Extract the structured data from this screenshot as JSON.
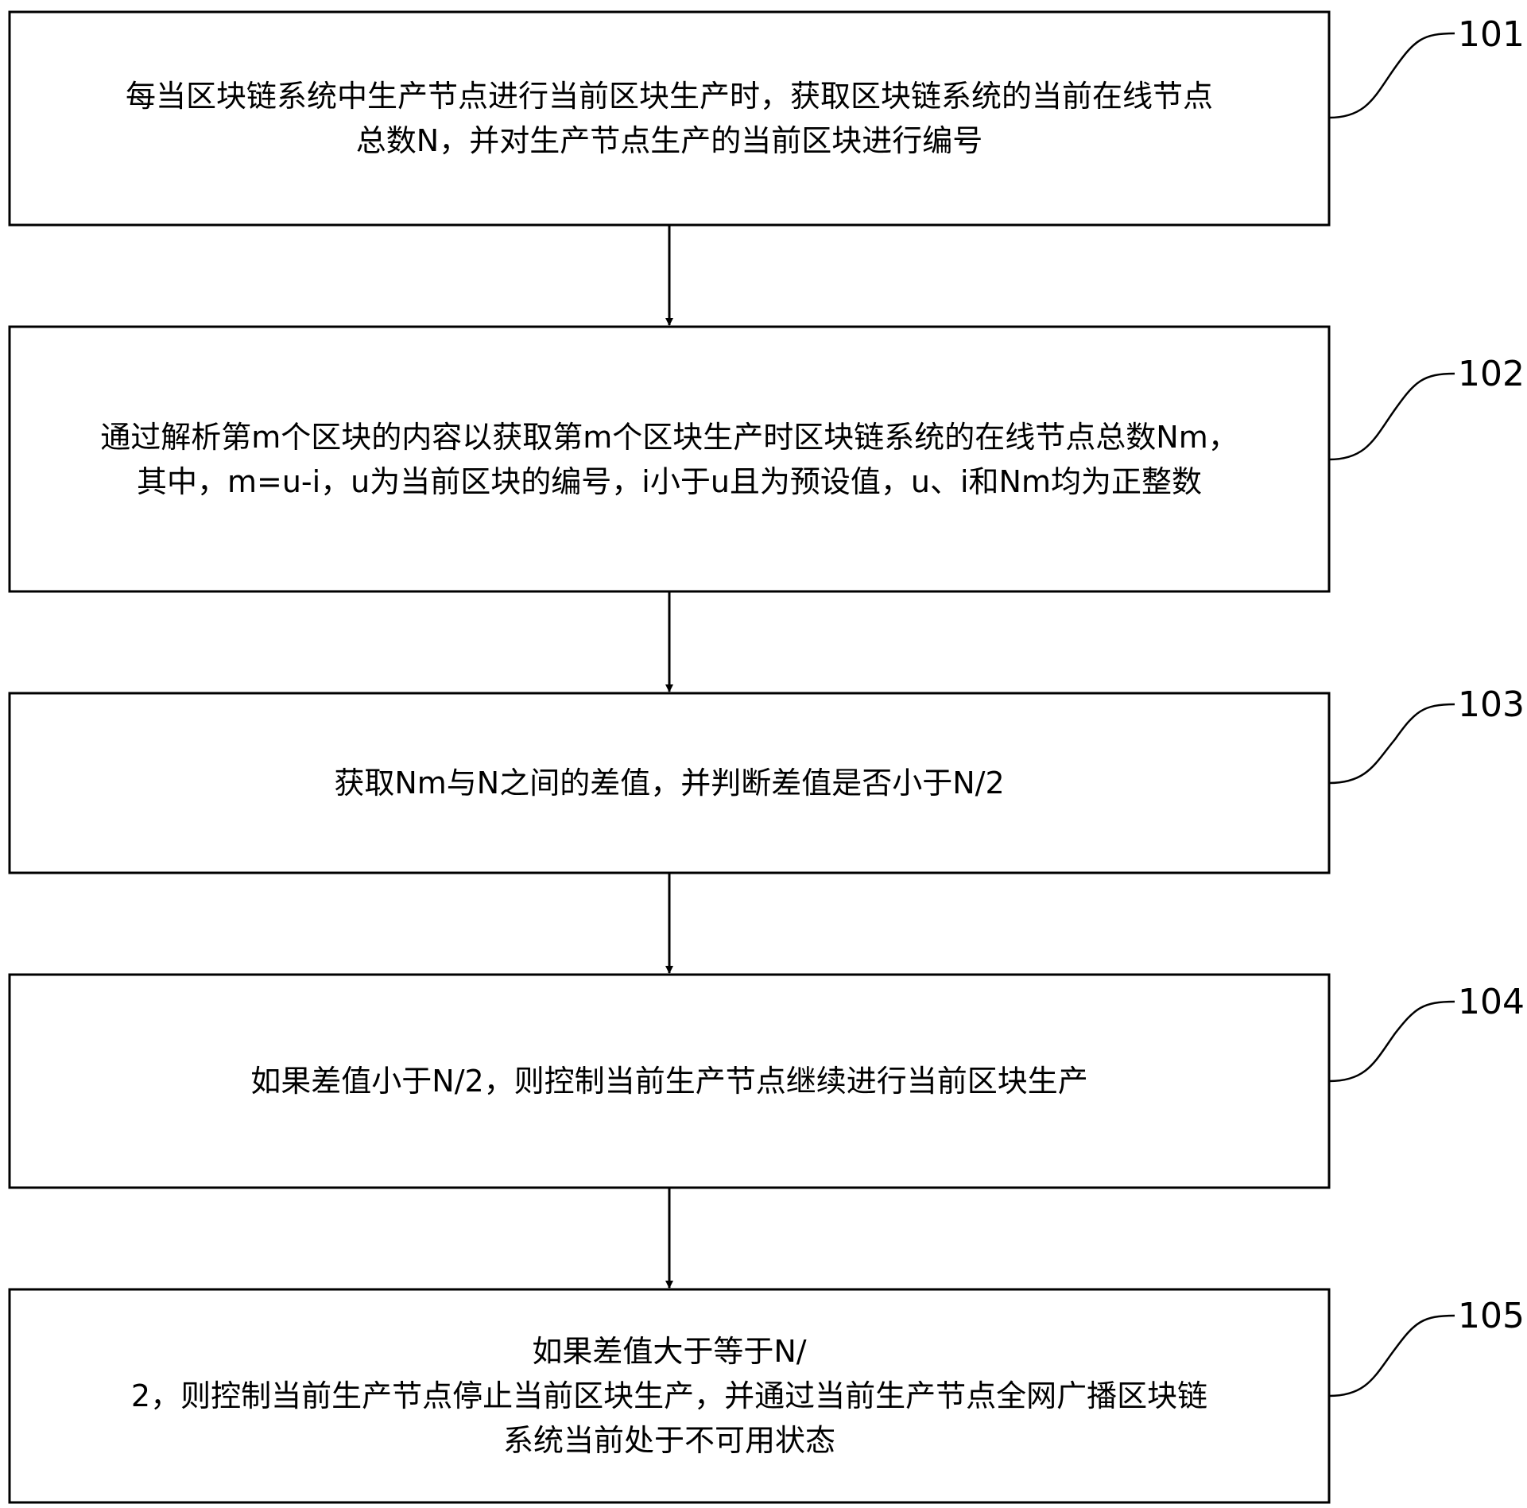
{
  "steps": [
    {
      "id": "101",
      "text": "每当区块链系统中生产节点进行当前区块生产时，获取区块链系统的当前在线节点\n总数N，并对生产节点生产的当前区块进行编号"
    },
    {
      "id": "102",
      "text": "通过解析第m个区块的内容以获取第m个区块生产时区块链系统的在线节点总数Nm，\n其中，m=u-i，u为当前区块的编号，i小于u且为预设值，u、i和Nm均为正整数"
    },
    {
      "id": "103",
      "text": "获取Nm与N之间的差值，并判断差值是否小于N/2"
    },
    {
      "id": "104",
      "text": "如果差值小于N/2，则控制当前生产节点继续进行当前区块生产"
    },
    {
      "id": "105",
      "text": "如果差值大于等于N/\n2，则控制当前生产节点停止当前区块生产，并通过当前生产节点全网广播区块链\n系统当前处于不可用状态"
    }
  ]
}
